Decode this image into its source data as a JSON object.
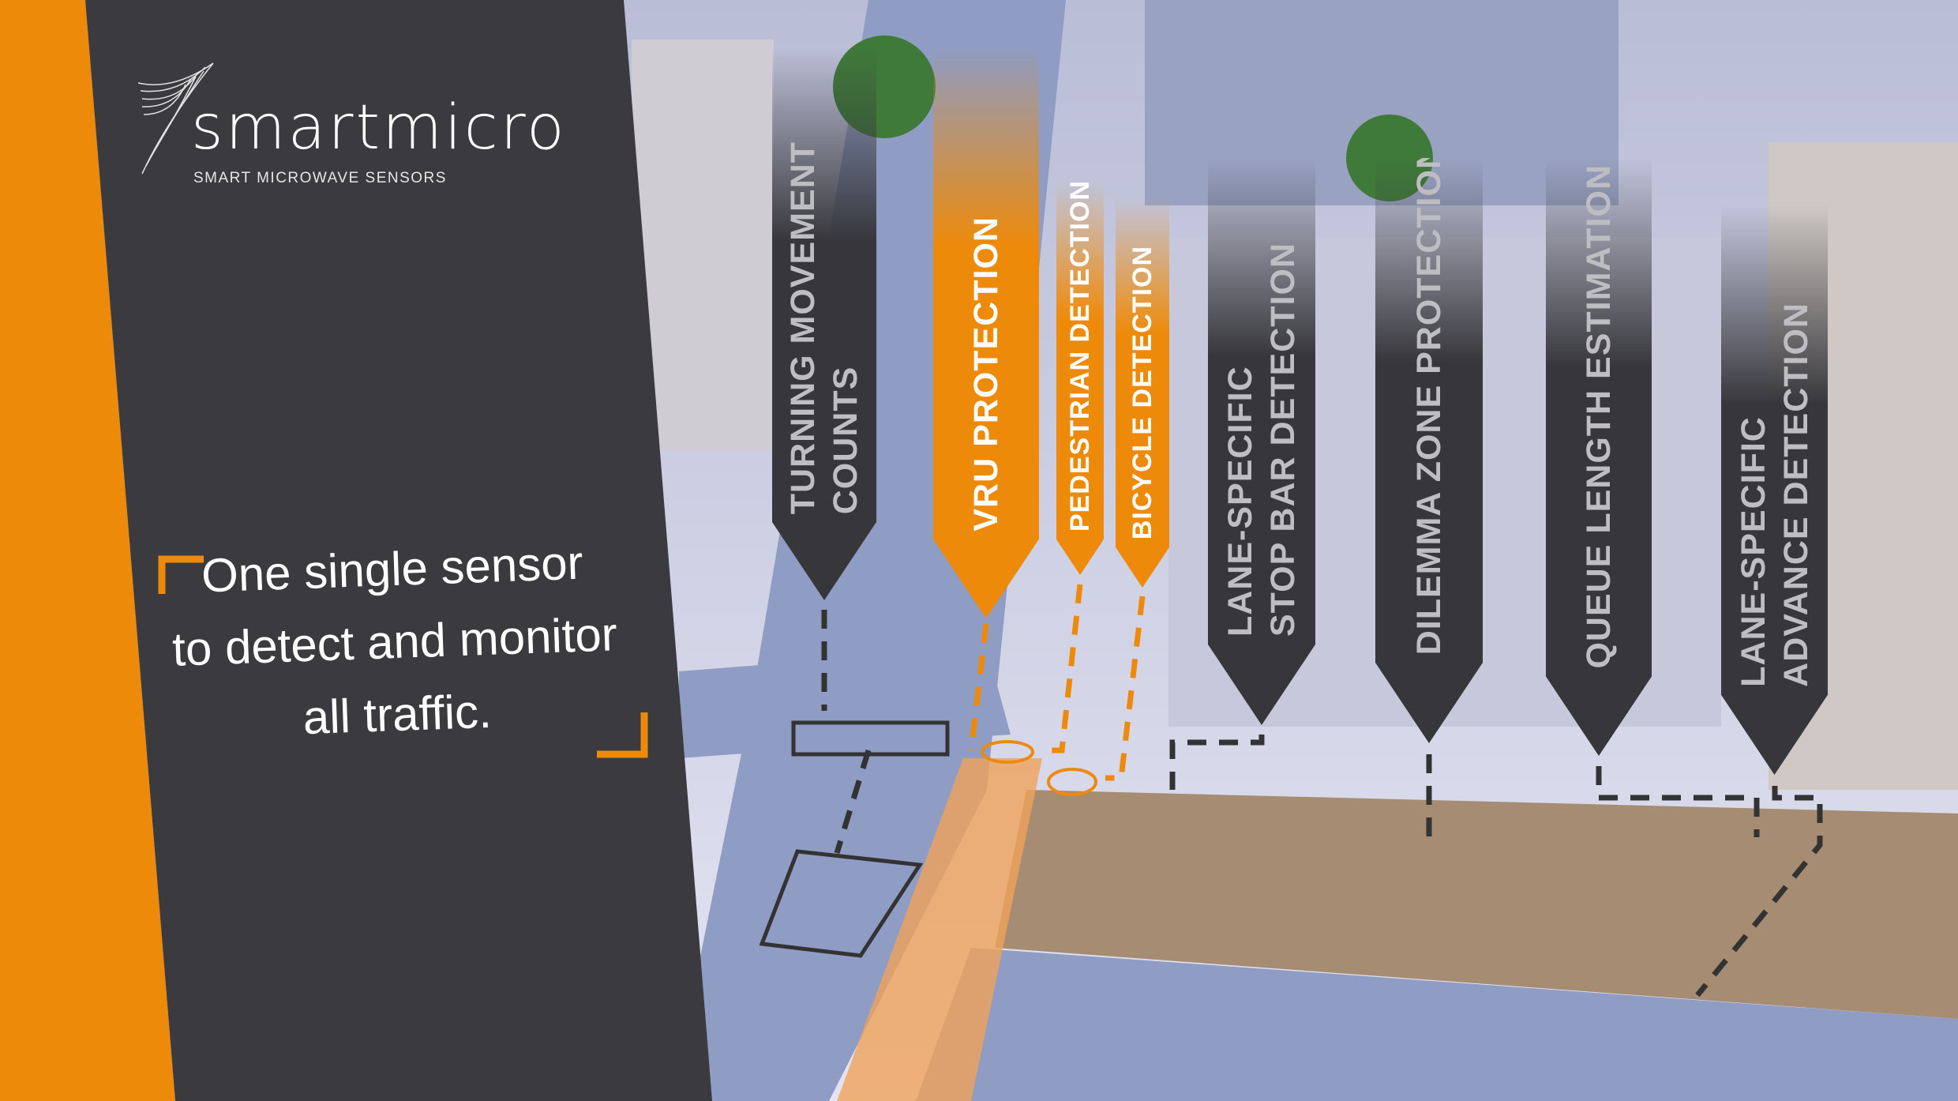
{
  "brand": {
    "name": "smartmicro",
    "tagline": "SMART MICROWAVE SENSORS"
  },
  "headline": [
    "One single sensor",
    "to detect and monitor",
    "all traffic."
  ],
  "features": [
    {
      "label": "TURNING MOVEMENT\nCOUNTS",
      "style": "dark"
    },
    {
      "label": "VRU PROTECTION",
      "style": "orange"
    },
    {
      "label": "PEDESTRIAN DETECTION",
      "style": "orange"
    },
    {
      "label": "BICYCLE DETECTION",
      "style": "orange"
    },
    {
      "label": "LANE-SPECIFIC\nSTOP BAR DETECTION",
      "style": "dark"
    },
    {
      "label": "DILEMMA ZONE PROTECTION",
      "style": "dark"
    },
    {
      "label": "QUEUE LENGTH ESTIMATION",
      "style": "dark"
    },
    {
      "label": "LANE-SPECIFIC\nADVANCE DETECTION",
      "style": "dark"
    }
  ],
  "colors": {
    "accent": "#ee8a0a",
    "panel": "#3b3b3f",
    "banner": "#37373b"
  }
}
